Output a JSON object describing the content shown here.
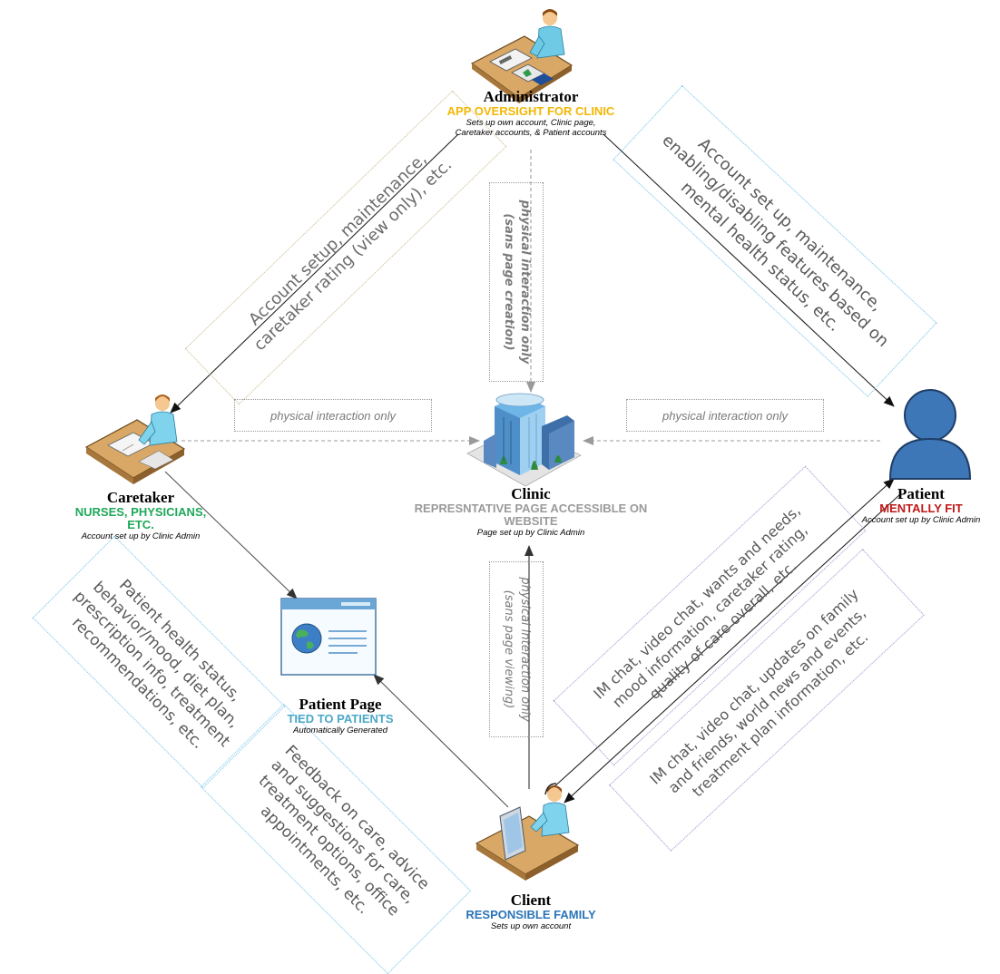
{
  "nodes": {
    "administrator": {
      "title": "Administrator",
      "subtitle": "APP OVERSIGHT FOR CLINIC",
      "subtitle_color": "#f2b705",
      "note_line1": "Sets up own account, Clinic page,",
      "note_line2": "Caretaker accounts, & Patient accounts"
    },
    "clinic": {
      "title": "Clinic",
      "subtitle_line1": "REPRESNTATIVE PAGE ACCESSIBLE ON",
      "subtitle_line2": "WEBSITE",
      "subtitle_color": "#9a9a9a",
      "note": "Page set up by Clinic Admin"
    },
    "caretaker": {
      "title": "Caretaker",
      "subtitle_line1": "NURSES, PHYSICIANS,",
      "subtitle_line2": "ETC.",
      "subtitle_color": "#1fa85a",
      "note": "Account set up by Clinic Admin"
    },
    "patient": {
      "title": "Patient",
      "subtitle": "MENTALLY FIT",
      "subtitle_color": "#c01818",
      "note": "Account set up by Clinic Admin"
    },
    "patient_page": {
      "title": "Patient Page",
      "subtitle": "TIED TO PATIENTS",
      "subtitle_color": "#4aa8c8",
      "note": "Automatically Generated"
    },
    "client": {
      "title": "Client",
      "subtitle": "RESPONSIBLE FAMILY",
      "subtitle_color": "#2a74b8",
      "note": "Sets up own account"
    }
  },
  "labels": {
    "admin_to_caretaker": [
      "Account setup, maintenance,",
      "caretaker rating (view only), etc."
    ],
    "admin_to_patient": [
      "Account set up, maintenance,",
      "enabling/disabling features based on",
      "mental health status, etc."
    ],
    "admin_to_clinic": [
      "physical interaction only",
      "(sans page creation)"
    ],
    "client_to_clinic": [
      "physical interaction only",
      "(sans page viewing)"
    ],
    "caretaker_to_clinic": "physical interaction only",
    "patient_to_clinic": "physical interaction only",
    "caretaker_to_patient_page": [
      "Patient health status,",
      "behavior/mood, diet plan,",
      "prescription info, treatment",
      "recommendations, etc."
    ],
    "client_to_patient_page": [
      "Feedback on care, advice",
      "and suggestions for care,",
      "treatment options, office",
      "appointments, etc."
    ],
    "client_to_patient": [
      "IM chat, video chat, wants and needs,",
      "mood information, caretaker rating,",
      "quality of care overall, etc."
    ],
    "patient_to_client": [
      "IM chat, video chat, updates on family",
      "and friends, world news and events,",
      "treatment plan information, etc."
    ]
  },
  "icons": {
    "administrator": "person-at-desk-icon",
    "caretaker": "person-writing-at-desk-icon",
    "clinic": "clinic-building-icon",
    "patient": "person-silhouette-icon",
    "patient_page": "web-page-globe-icon",
    "client": "person-with-headset-at-computer-icon"
  }
}
